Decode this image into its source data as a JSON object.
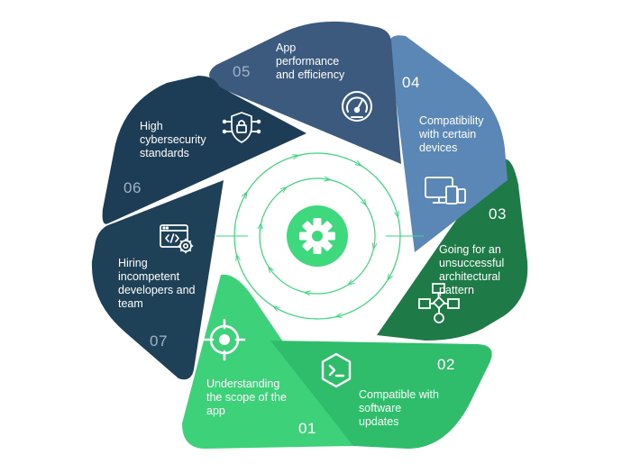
{
  "segments": [
    {
      "number": "01",
      "text": "Understanding the scope of the app",
      "color": "#3dd17a",
      "icon": "target-icon"
    },
    {
      "number": "02",
      "text": "Compatible with software updates",
      "color": "#2fbd6b",
      "icon": "terminal-icon"
    },
    {
      "number": "03",
      "text": "Going for an unsuccessful architectural pattern",
      "color": "#1e7a46",
      "icon": "flowchart-icon"
    },
    {
      "number": "04",
      "text": "Compatibility with certain devices",
      "color": "#5b87b6",
      "icon": "devices-icon"
    },
    {
      "number": "05",
      "text": "App performance and efficiency",
      "color": "#3c5a7e",
      "icon": "speedometer-icon"
    },
    {
      "number": "06",
      "text": "High cybersecurity standards",
      "color": "#1d3c55",
      "icon": "shield-lock-icon"
    },
    {
      "number": "07",
      "text": "Hiring incompetent developers and team",
      "color": "#1f4157",
      "icon": "code-settings-icon"
    }
  ],
  "colors": {
    "accent": "#39d67a",
    "center": "#3ed87d",
    "number_light": "#ffffff",
    "number_muted": "#9fb3c8"
  },
  "center_icon": "gear-icon"
}
